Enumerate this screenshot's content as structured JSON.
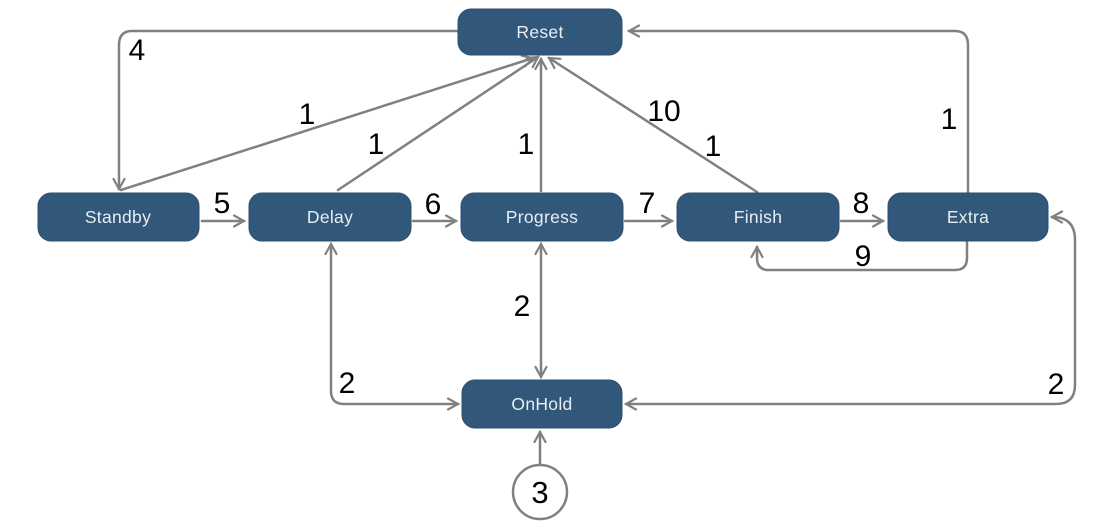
{
  "diagram": {
    "type": "state-transition-diagram",
    "colors": {
      "node_fill": "#31587a",
      "node_text": "#e8edf2",
      "edge_line": "#808080",
      "edge_label_text": "#000000",
      "background": "#ffffff"
    },
    "nodes": {
      "reset": {
        "label": "Reset"
      },
      "standby": {
        "label": "Standby"
      },
      "delay": {
        "label": "Delay"
      },
      "progress": {
        "label": "Progress"
      },
      "finish": {
        "label": "Finish"
      },
      "extra": {
        "label": "Extra"
      },
      "onhold": {
        "label": "OnHold"
      }
    },
    "start": {
      "label": "3",
      "to": "OnHold"
    },
    "edges": [
      {
        "from": "Reset",
        "to": "Standby",
        "label": "4"
      },
      {
        "from": "Standby",
        "to": "Delay",
        "label": "5"
      },
      {
        "from": "Standby",
        "to": "Reset",
        "label": "1"
      },
      {
        "from": "Delay",
        "to": "Progress",
        "label": "6"
      },
      {
        "from": "Delay",
        "to": "Reset",
        "label": "1"
      },
      {
        "from": "Progress",
        "to": "Finish",
        "label": "7"
      },
      {
        "from": "Progress",
        "to": "Reset",
        "label": "1"
      },
      {
        "from": "Finish",
        "to": "Extra",
        "label": "8"
      },
      {
        "from": "Finish",
        "to": "Reset",
        "label": "10"
      },
      {
        "from": "Reset",
        "to": "Finish",
        "label": "1"
      },
      {
        "from": "Extra",
        "to": "Finish",
        "label": "9"
      },
      {
        "from": "Extra",
        "to": "Reset",
        "label": "1"
      },
      {
        "from": "Delay",
        "to": "OnHold",
        "label": "2",
        "bidirectional": true
      },
      {
        "from": "Progress",
        "to": "OnHold",
        "label": "2",
        "bidirectional": true
      },
      {
        "from": "Extra",
        "to": "OnHold",
        "label": "2",
        "bidirectional": true
      }
    ]
  }
}
